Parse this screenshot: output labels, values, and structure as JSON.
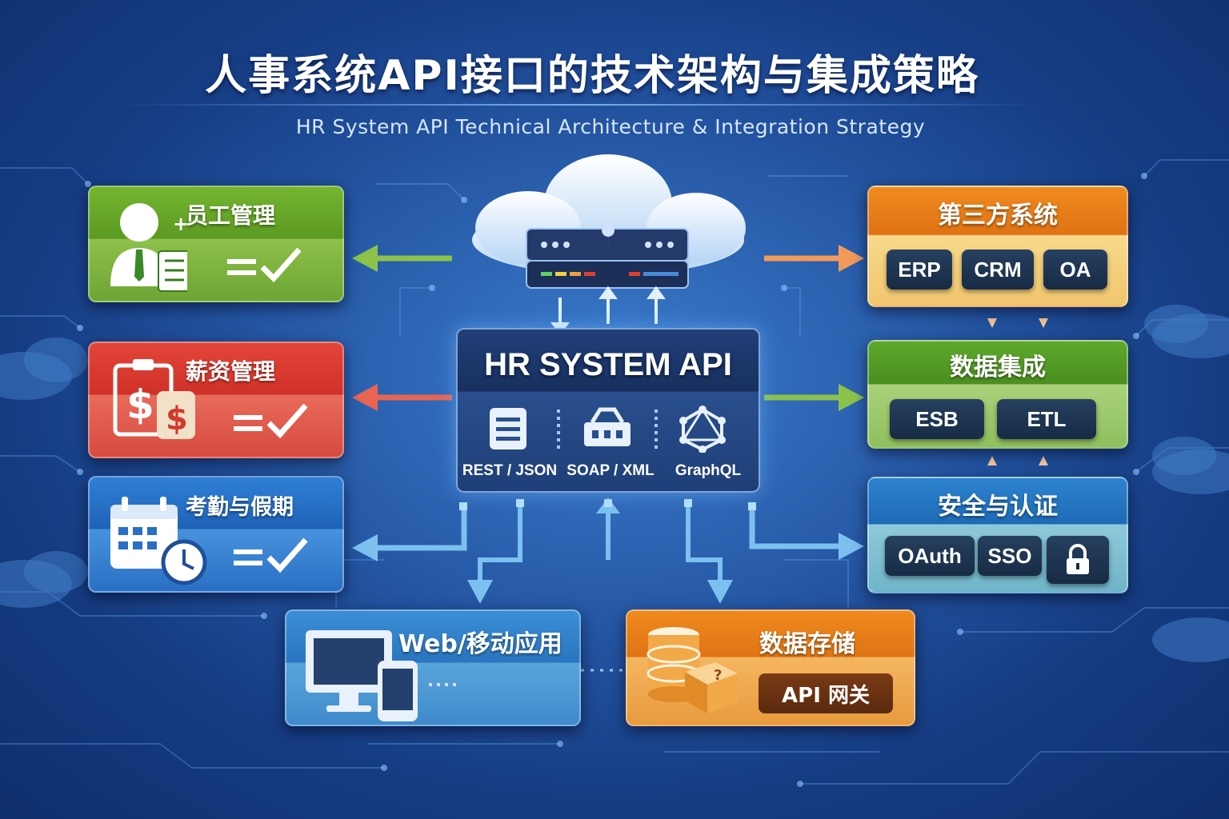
{
  "title": "人事系统API接口的技术架构与集成策略",
  "subtitle": "HR System API Technical Architecture & Integration Strategy",
  "left_cards": [
    {
      "label": "员工管理",
      "icon": "employee-icon",
      "color": "#6aa82c"
    },
    {
      "label": "薪资管理",
      "icon": "payroll-icon",
      "color": "#d63a2f"
    },
    {
      "label": "考勤与假期",
      "icon": "calendar-clock-icon",
      "color": "#2a70c4"
    }
  ],
  "center": {
    "title": "HR SYSTEM API",
    "protocols": [
      {
        "label": "REST / JSON",
        "icon": "document-icon"
      },
      {
        "label": "SOAP / XML",
        "icon": "basket-icon"
      },
      {
        "label": "GraphQL",
        "icon": "graphql-icon"
      }
    ]
  },
  "right_cards": [
    {
      "label": "第三方系统",
      "items": [
        "ERP",
        "CRM",
        "OA"
      ],
      "color": "#e87b1a"
    },
    {
      "label": "数据集成",
      "items": [
        "ESB",
        "ETL"
      ],
      "color": "#559e26"
    },
    {
      "label": "安全与认证",
      "items": [
        "OAuth",
        "SSO"
      ],
      "lock_icon": "lock-icon",
      "color": "#2677c2"
    }
  ],
  "bottom_cards": [
    {
      "label": "Web/移动应用",
      "icon": "devices-icon",
      "color": "#3585cd"
    },
    {
      "label": "数据存储",
      "badge": "API 网关",
      "icon": "database-icon",
      "color": "#e37a19"
    }
  ],
  "colors": {
    "background": "#1a4590",
    "arrow_green": "#8cc24a",
    "arrow_red": "#e96552",
    "arrow_blue": "#7cc0f0",
    "arrow_orange": "#f39a5a"
  }
}
